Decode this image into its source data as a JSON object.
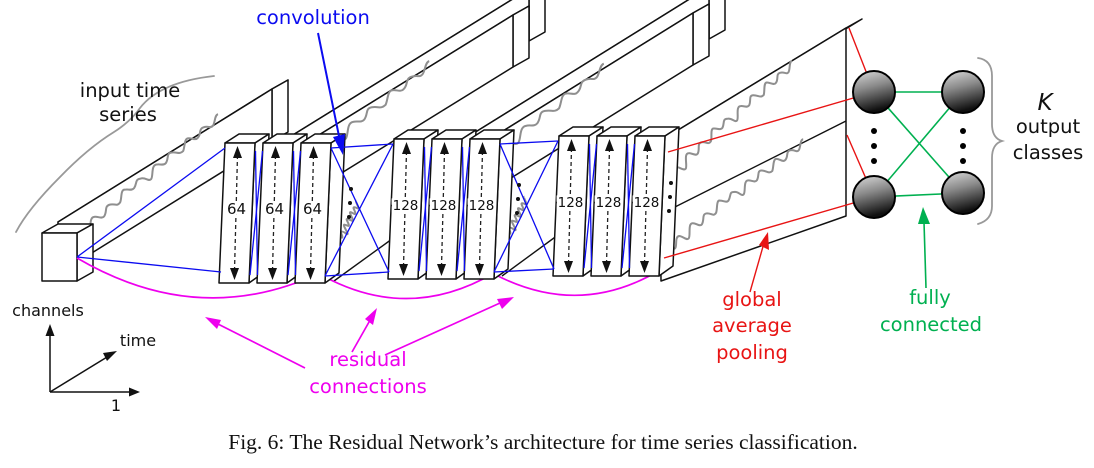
{
  "colors": {
    "blue": "#0b0bf0",
    "magenta": "#ee00ee",
    "red": "#e81414",
    "green": "#00b050",
    "black": "#111111",
    "squiggle_gray": "#8f8f8f",
    "brace_gray": "#999999",
    "node_dark": "#101010",
    "node_light": "#dcdcdc"
  },
  "labels": {
    "convolution": "convolution",
    "input_time_series": {
      "line1": "input time",
      "line2": "series"
    },
    "residual_connections": {
      "line1": "residual",
      "line2": "connections"
    },
    "global_average_pooling": {
      "line1": "global",
      "line2": "average",
      "line3": "pooling"
    },
    "fully_connected": {
      "line1": "fully",
      "line2": "connected"
    },
    "output_classes": {
      "k": "K",
      "line1": "output",
      "line2": "classes"
    },
    "axis": {
      "vertical": "channels",
      "diagonal": "time",
      "horizontal": "1"
    }
  },
  "blocks": {
    "labels": [
      "64",
      "64",
      "64",
      "128",
      "128",
      "128",
      "128",
      "128",
      "128"
    ]
  },
  "caption": "Fig. 6: The Residual Network’s architecture for time series classification."
}
